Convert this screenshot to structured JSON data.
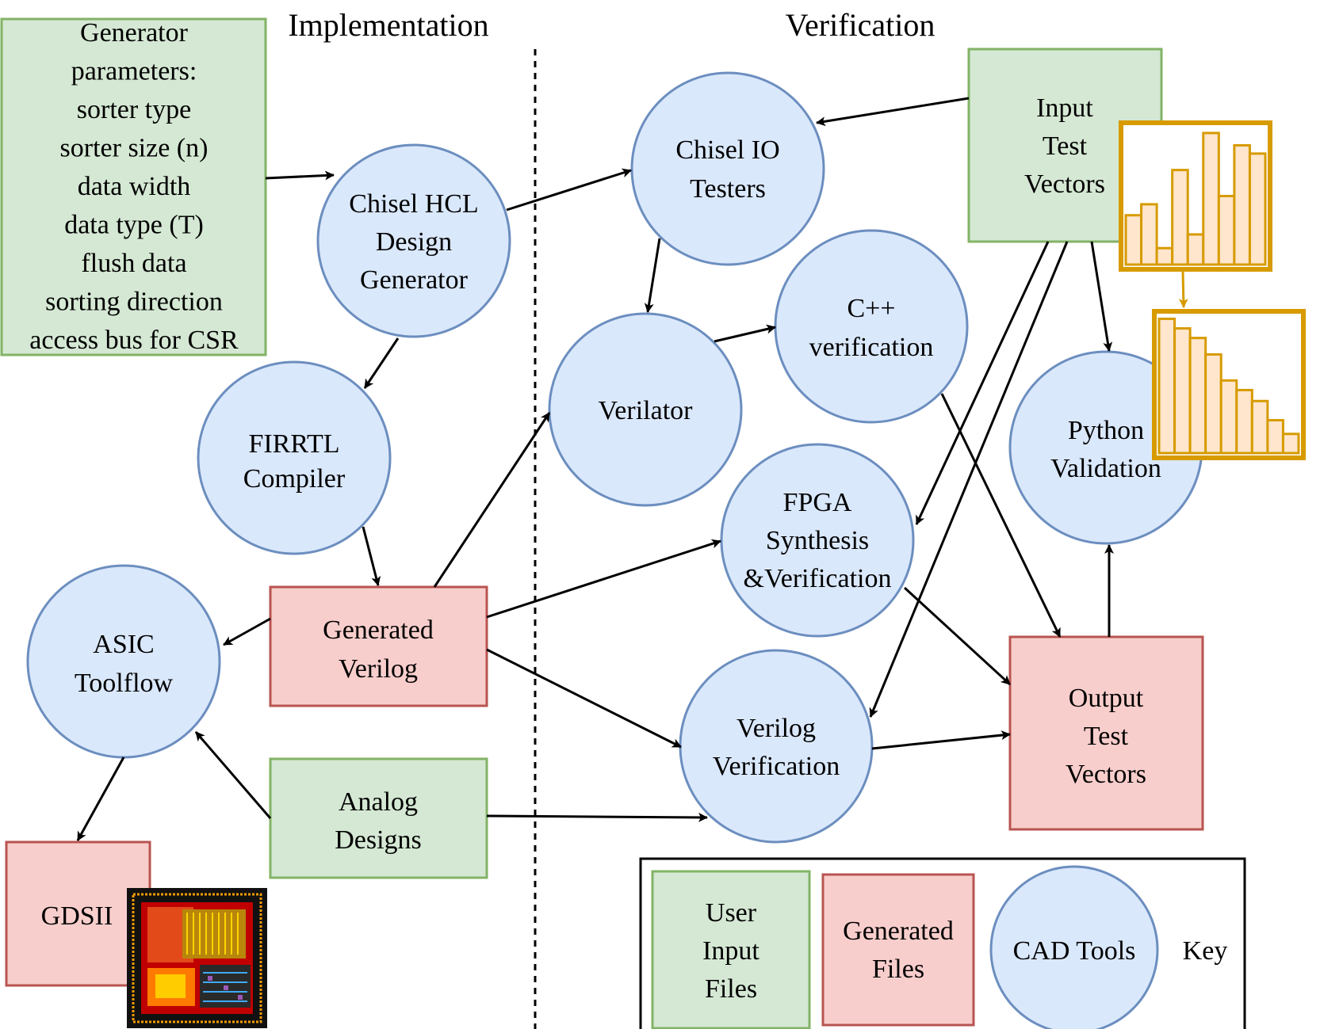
{
  "headers": {
    "implementation": "Implementation",
    "verification": "Verification"
  },
  "nodes": {
    "generator_params": [
      "Generator",
      "parameters:",
      "sorter type",
      "sorter size (n)",
      "data width",
      "data type (T)",
      "flush data",
      "sorting direction",
      "access bus for CSR"
    ],
    "chisel_hcl": [
      "Chisel HCL",
      "Design",
      "Generator"
    ],
    "firrtl": [
      "FIRRTL",
      "Compiler"
    ],
    "generated_verilog": [
      "Generated",
      "Verilog"
    ],
    "asic_toolflow": [
      "ASIC",
      "Toolflow"
    ],
    "gdsii": [
      "GDSII"
    ],
    "analog_designs": [
      "Analog",
      "Designs"
    ],
    "chisel_io": [
      "Chisel IO",
      "Testers"
    ],
    "verilator": [
      "Verilator"
    ],
    "cpp_verification": [
      "C++",
      "verification"
    ],
    "fpga": [
      "FPGA",
      "Synthesis",
      "&Verification"
    ],
    "verilog_verification": [
      "Verilog",
      "Verification"
    ],
    "input_test_vectors": [
      "Input",
      "Test",
      "Vectors"
    ],
    "python_validation": [
      "Python",
      "Validation"
    ],
    "output_test_vectors": [
      "Output",
      "Test",
      "Vectors"
    ]
  },
  "key": {
    "user_input": [
      "User",
      "Input",
      "Files"
    ],
    "generated_files": [
      "Generated",
      "Files"
    ],
    "cad_tools": [
      "CAD Tools"
    ],
    "label": "Key"
  },
  "colors": {
    "user_input_fill": "#d5e8d4",
    "user_input_stroke": "#82b366",
    "generated_fill": "#f8cecc",
    "generated_stroke": "#b85450",
    "cad_fill": "#dae8fc",
    "cad_stroke": "#6c8ebf",
    "histogram_fill": "#ffe6cc",
    "histogram_stroke": "#d79b00"
  },
  "histograms": {
    "unsorted": [
      0.36,
      0.44,
      0.12,
      0.69,
      0.22,
      0.96,
      0.5,
      0.87,
      0.81
    ],
    "sorted": [
      0.98,
      0.91,
      0.84,
      0.72,
      0.53,
      0.46,
      0.38,
      0.24,
      0.14
    ]
  }
}
